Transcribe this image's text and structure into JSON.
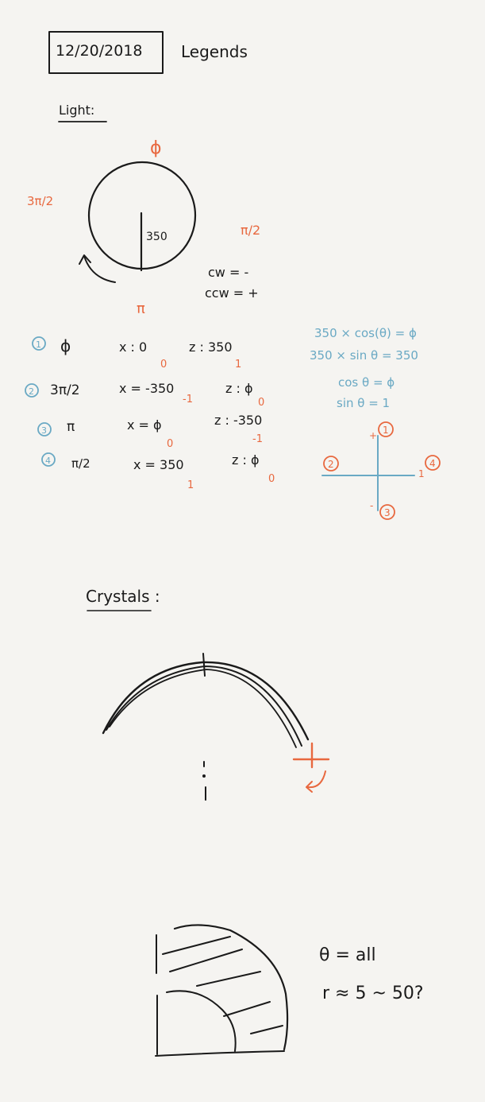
{
  "header": {
    "date": "12/20/2018",
    "title": "Legends"
  },
  "light": {
    "heading": "Light:",
    "circle_label": "350",
    "angle_top": "ϕ",
    "angle_left": "3π/2",
    "angle_right": "π/2",
    "angle_bottom": "π",
    "direction_cw": "cw = -",
    "direction_ccw": "ccw = +",
    "rows": [
      {
        "num": "1",
        "angle": "ϕ",
        "x": "x : 0",
        "z": "z : 350",
        "x_mark": "0",
        "z_mark": "1"
      },
      {
        "num": "2",
        "angle": "3π/2",
        "x": "x = -350",
        "z": "z : ϕ",
        "x_mark": "-1",
        "z_mark": "0"
      },
      {
        "num": "3",
        "angle": "π",
        "x": "x = ϕ",
        "z": "z : -350",
        "x_mark": "0",
        "z_mark": "-1"
      },
      {
        "num": "4",
        "angle": "π/2",
        "x": "x = 350",
        "z": "z : ϕ",
        "x_mark": "1",
        "z_mark": "0"
      }
    ],
    "formulas": [
      "350 × cos(θ) = ϕ",
      "350 × sin θ = 350",
      "cos θ = ϕ",
      "sin θ = 1"
    ],
    "axes": {
      "top": "1",
      "bottom": "3",
      "left": "2",
      "right": "4",
      "top_sign": "+",
      "bottom_sign": "-",
      "right_sign": "1"
    }
  },
  "crystals": {
    "heading": "Crystals :"
  },
  "bottom": {
    "theta": "θ = all",
    "radius": "r ≈ 5 ~ 50?"
  }
}
